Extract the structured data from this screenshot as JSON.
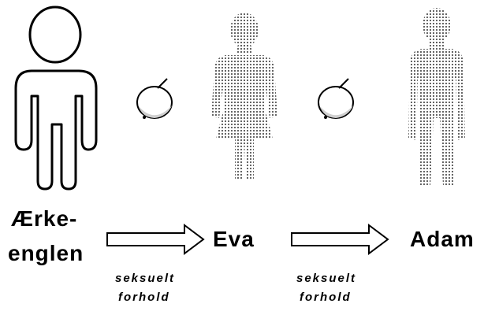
{
  "colors": {
    "stroke": "#000000",
    "dots": "#333333",
    "apple_fill": "#cfcfcf"
  },
  "figures": [
    {
      "label": "Ærke-\nenglen",
      "style": "outline"
    },
    {
      "label": "Eva",
      "style": "dotted-female"
    },
    {
      "label": "Adam",
      "style": "dotted-male"
    }
  ],
  "labels": {
    "archangel_line1": "Ærke-",
    "archangel_line2": "englen",
    "eva": "Eva",
    "adam": "Adam",
    "relation1_line1": "seksuelt",
    "relation1_line2": "forhold",
    "relation2_line1": "seksuelt",
    "relation2_line2": "forhold"
  },
  "icons": [
    "apple-icon",
    "apple-icon",
    "arrow-right-icon",
    "arrow-right-icon",
    "person-outline-icon",
    "person-dotted-icon",
    "person-dotted-icon"
  ]
}
